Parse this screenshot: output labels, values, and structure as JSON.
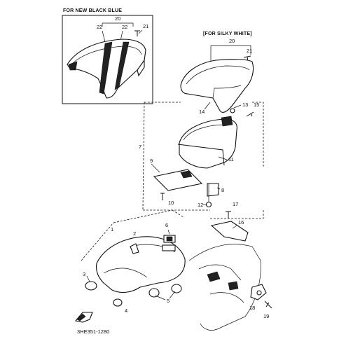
{
  "header": {
    "new_black_blue": "FOR NEW BLACK BLUE",
    "silky_white": "[FOR SILKY WHITE]"
  },
  "diagram_code": "3HE351-1280",
  "callouts": {
    "inset_20": "20",
    "inset_22a": "22",
    "inset_22b": "22",
    "inset_21": "21",
    "white_20": "20",
    "white_21": "21",
    "n14": "14",
    "n13": "13",
    "n15": "15",
    "n7": "7",
    "n11": "11",
    "n9": "9",
    "n8": "8",
    "n10": "10",
    "n12": "12",
    "n17": "17",
    "n16": "16",
    "n1": "1",
    "n2": "2",
    "n6": "6",
    "n3": "3",
    "n4": "4",
    "n5": "5",
    "n18": "18",
    "n19": "19"
  }
}
